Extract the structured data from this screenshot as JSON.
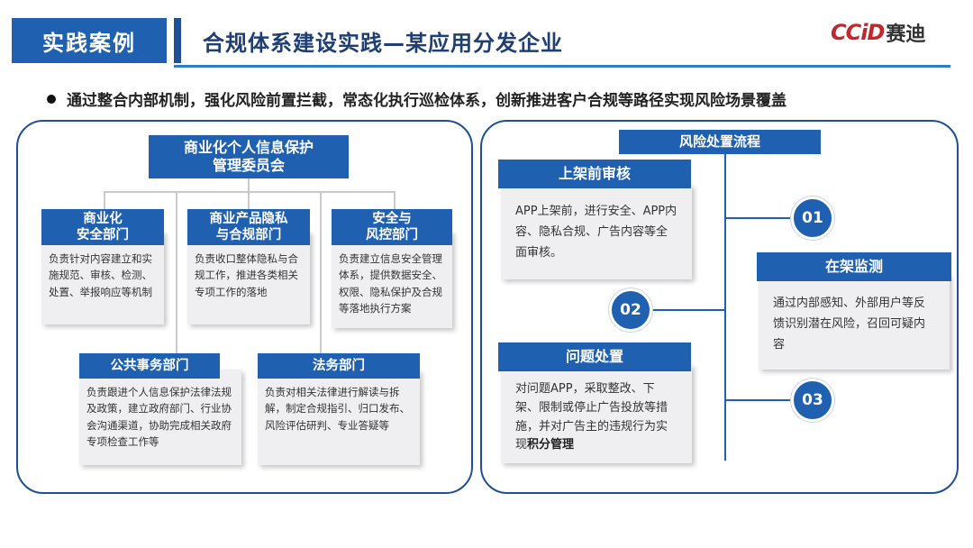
{
  "header": {
    "tag": "实践案例",
    "title": "合规体系建设实践—某应用分发企业",
    "logo_latin": "CCiD",
    "logo_cn": "赛迪"
  },
  "bullet": "通过整合内部机制，强化风险前置拦截，常态化执行巡检体系，创新推进客户合规等路径实现风险场景覆盖",
  "org": {
    "committee": "商业化个人信息保护\n管理委员会",
    "units": [
      {
        "name": "商业化\n安全部门",
        "desc": "负责针对内容建立和实施规范、审核、检测、处置、举报响应等机制"
      },
      {
        "name": "商业产品隐私\n与合规部门",
        "desc": "负责收口整体隐私与合规工作，推进各类相关专项工作的落地"
      },
      {
        "name": "安全与\n风控部门",
        "desc": "负责建立信息安全管理体系，提供数据安全、权限、隐私保护及合规等落地执行方案"
      },
      {
        "name": "公共事务部门",
        "desc": "负责跟进个人信息保护法律法规及政策，建立政府部门、行业协会沟通渠道，协助完成相关政府专项检查工作等"
      },
      {
        "name": "法务部门",
        "desc": "负责对相关法律进行解读与拆解，制定合规指引、归口发布、风险评估研判、专业答疑等"
      }
    ]
  },
  "flow": {
    "title": "风险处置流程",
    "steps": [
      {
        "num": "01",
        "name": "上架前审核",
        "desc": "APP上架前，进行安全、APP内容、隐私合规、广告内容等全面审核。"
      },
      {
        "num": "02",
        "name": "在架监测",
        "desc": "通过内部感知、外部用户等反馈识别潜在风险，召回可疑内容"
      },
      {
        "num": "03",
        "name": "问题处置",
        "desc": "对问题APP，采取整改、下架、限制或停止广告投放等措施，并对广告主的违规行为实现",
        "desc_bold": "积分管理"
      }
    ]
  }
}
